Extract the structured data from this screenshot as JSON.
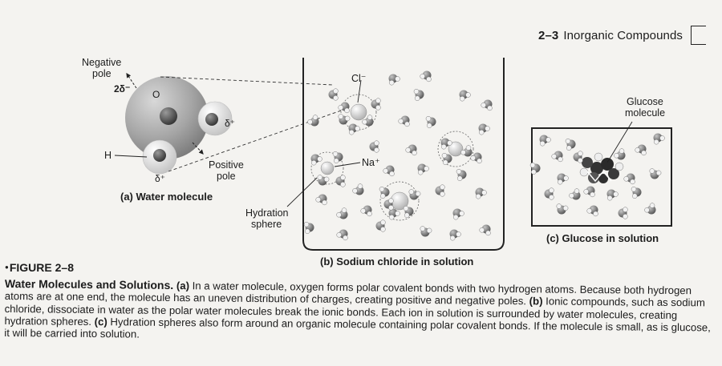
{
  "header": {
    "section_number": "2–3",
    "section_title": "Inorganic Compounds"
  },
  "panel_a": {
    "negative_pole_line1": "Negative",
    "negative_pole_line2": "pole",
    "charge_2delta": "2δ⁻",
    "atom_o": "O",
    "atom_h": "H",
    "charge_delta_plus": "δ⁺",
    "positive_pole_line1": "Positive",
    "positive_pole_line2": "pole",
    "caption": "(a) Water molecule"
  },
  "panel_b": {
    "chloride_ion": "Cl⁻",
    "sodium_ion": "Na⁺",
    "hydration_line1": "Hydration",
    "hydration_line2": "sphere",
    "caption": "(b) Sodium chloride in solution"
  },
  "panel_c": {
    "glucose_line1": "Glucose",
    "glucose_line2": "molecule",
    "caption": "(c) Glucose in solution"
  },
  "figure": {
    "bullet": "●",
    "label": "FIGURE 2–8",
    "title": "Water Molecules and Solutions.",
    "marker_a": "(a)",
    "text_a": "In a water molecule, oxygen forms polar covalent bonds with two hydrogen atoms. Because both hydrogen atoms are at one end, the molecule has an uneven distribution of charges, creating positive and negative poles.",
    "marker_b": "(b)",
    "text_b": "Ionic compounds, such as sodium chloride, dissociate in water as the polar water molecules break the ionic bonds. Each ion in solution is surrounded by water molecules, creating hydration spheres.",
    "marker_c": "(c)",
    "text_c": "Hydration spheres also form around an organic molecule containing polar covalent bonds. If the molecule is small, as is glucose, it will be carried into solution."
  },
  "colors": {
    "oxygen": "#8a8a8a",
    "oxygen_dark": "#3a3a3a",
    "hydrogen": "#e6e6e6",
    "text": "#1c1c1c",
    "paper": "#f4f3f0"
  }
}
